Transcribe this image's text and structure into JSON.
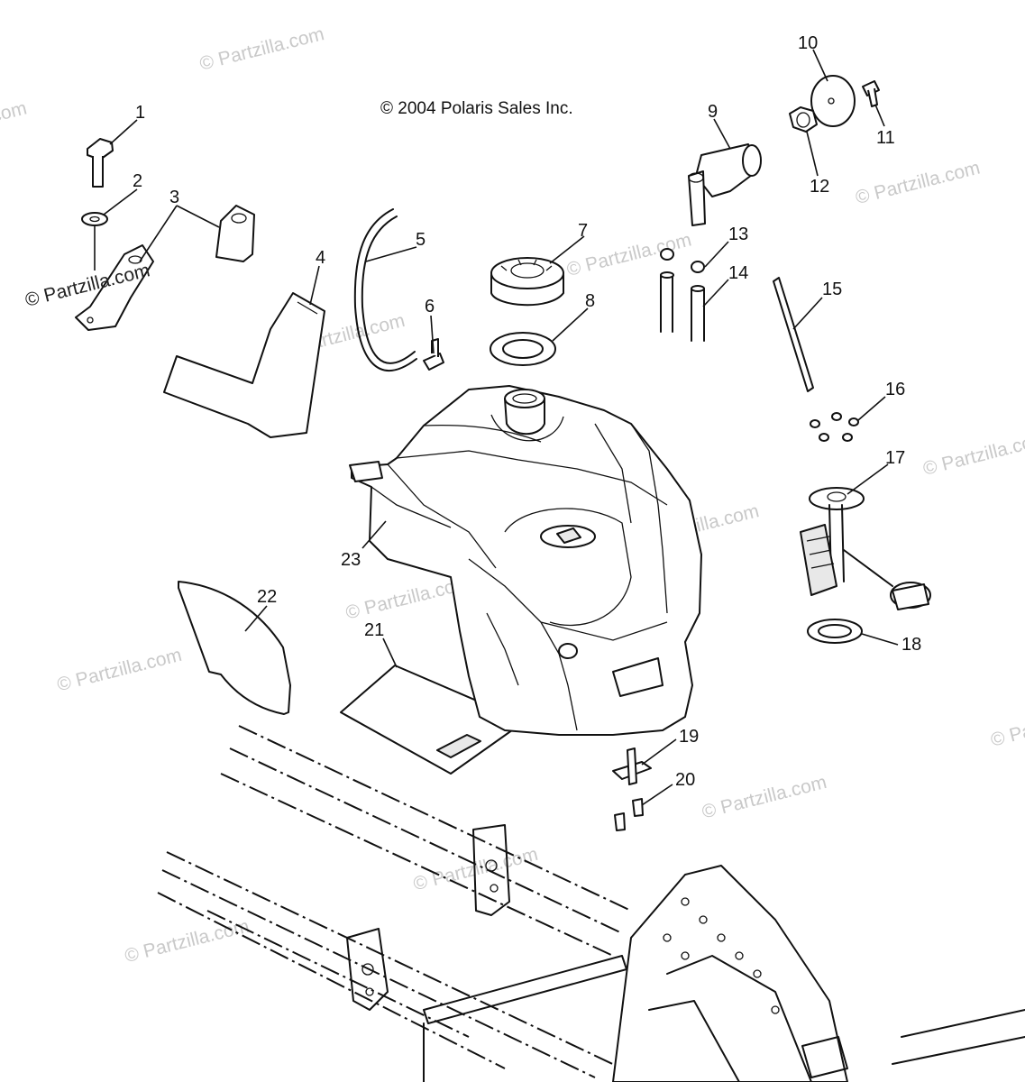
{
  "copyright": "© 2004 Polaris Sales Inc.",
  "watermark": {
    "text": "© Partzilla.com",
    "color": "#c9c9c9"
  },
  "callouts": [
    "1",
    "2",
    "3",
    "4",
    "5",
    "6",
    "7",
    "8",
    "9",
    "10",
    "11",
    "12",
    "13",
    "14",
    "15",
    "16",
    "17",
    "18",
    "19",
    "20",
    "21",
    "22",
    "23"
  ],
  "parts": [
    {
      "number": "1",
      "icon": "bolt-icon"
    },
    {
      "number": "2",
      "icon": "washer-icon"
    },
    {
      "number": "3",
      "icon": "bracket-icon"
    },
    {
      "number": "4",
      "icon": "pad-icon"
    },
    {
      "number": "5",
      "icon": "hose-icon"
    },
    {
      "number": "6",
      "icon": "fitting-icon"
    },
    {
      "number": "7",
      "icon": "fuel-cap-icon"
    },
    {
      "number": "8",
      "icon": "gasket-icon"
    },
    {
      "number": "9",
      "icon": "valve-icon"
    },
    {
      "number": "10",
      "icon": "plate-icon"
    },
    {
      "number": "11",
      "icon": "screw-icon"
    },
    {
      "number": "12",
      "icon": "nut-icon"
    },
    {
      "number": "13",
      "icon": "clamp-icon"
    },
    {
      "number": "14",
      "icon": "hose-icon"
    },
    {
      "number": "15",
      "icon": "rod-icon"
    },
    {
      "number": "16",
      "icon": "screw-icon"
    },
    {
      "number": "17",
      "icon": "fuel-pump-icon"
    },
    {
      "number": "18",
      "icon": "gasket-icon"
    },
    {
      "number": "19",
      "icon": "mount-icon"
    },
    {
      "number": "20",
      "icon": "bolt-icon"
    },
    {
      "number": "21",
      "icon": "pad-icon"
    },
    {
      "number": "22",
      "icon": "pad-icon"
    },
    {
      "number": "23",
      "icon": "fuel-tank-icon"
    }
  ]
}
